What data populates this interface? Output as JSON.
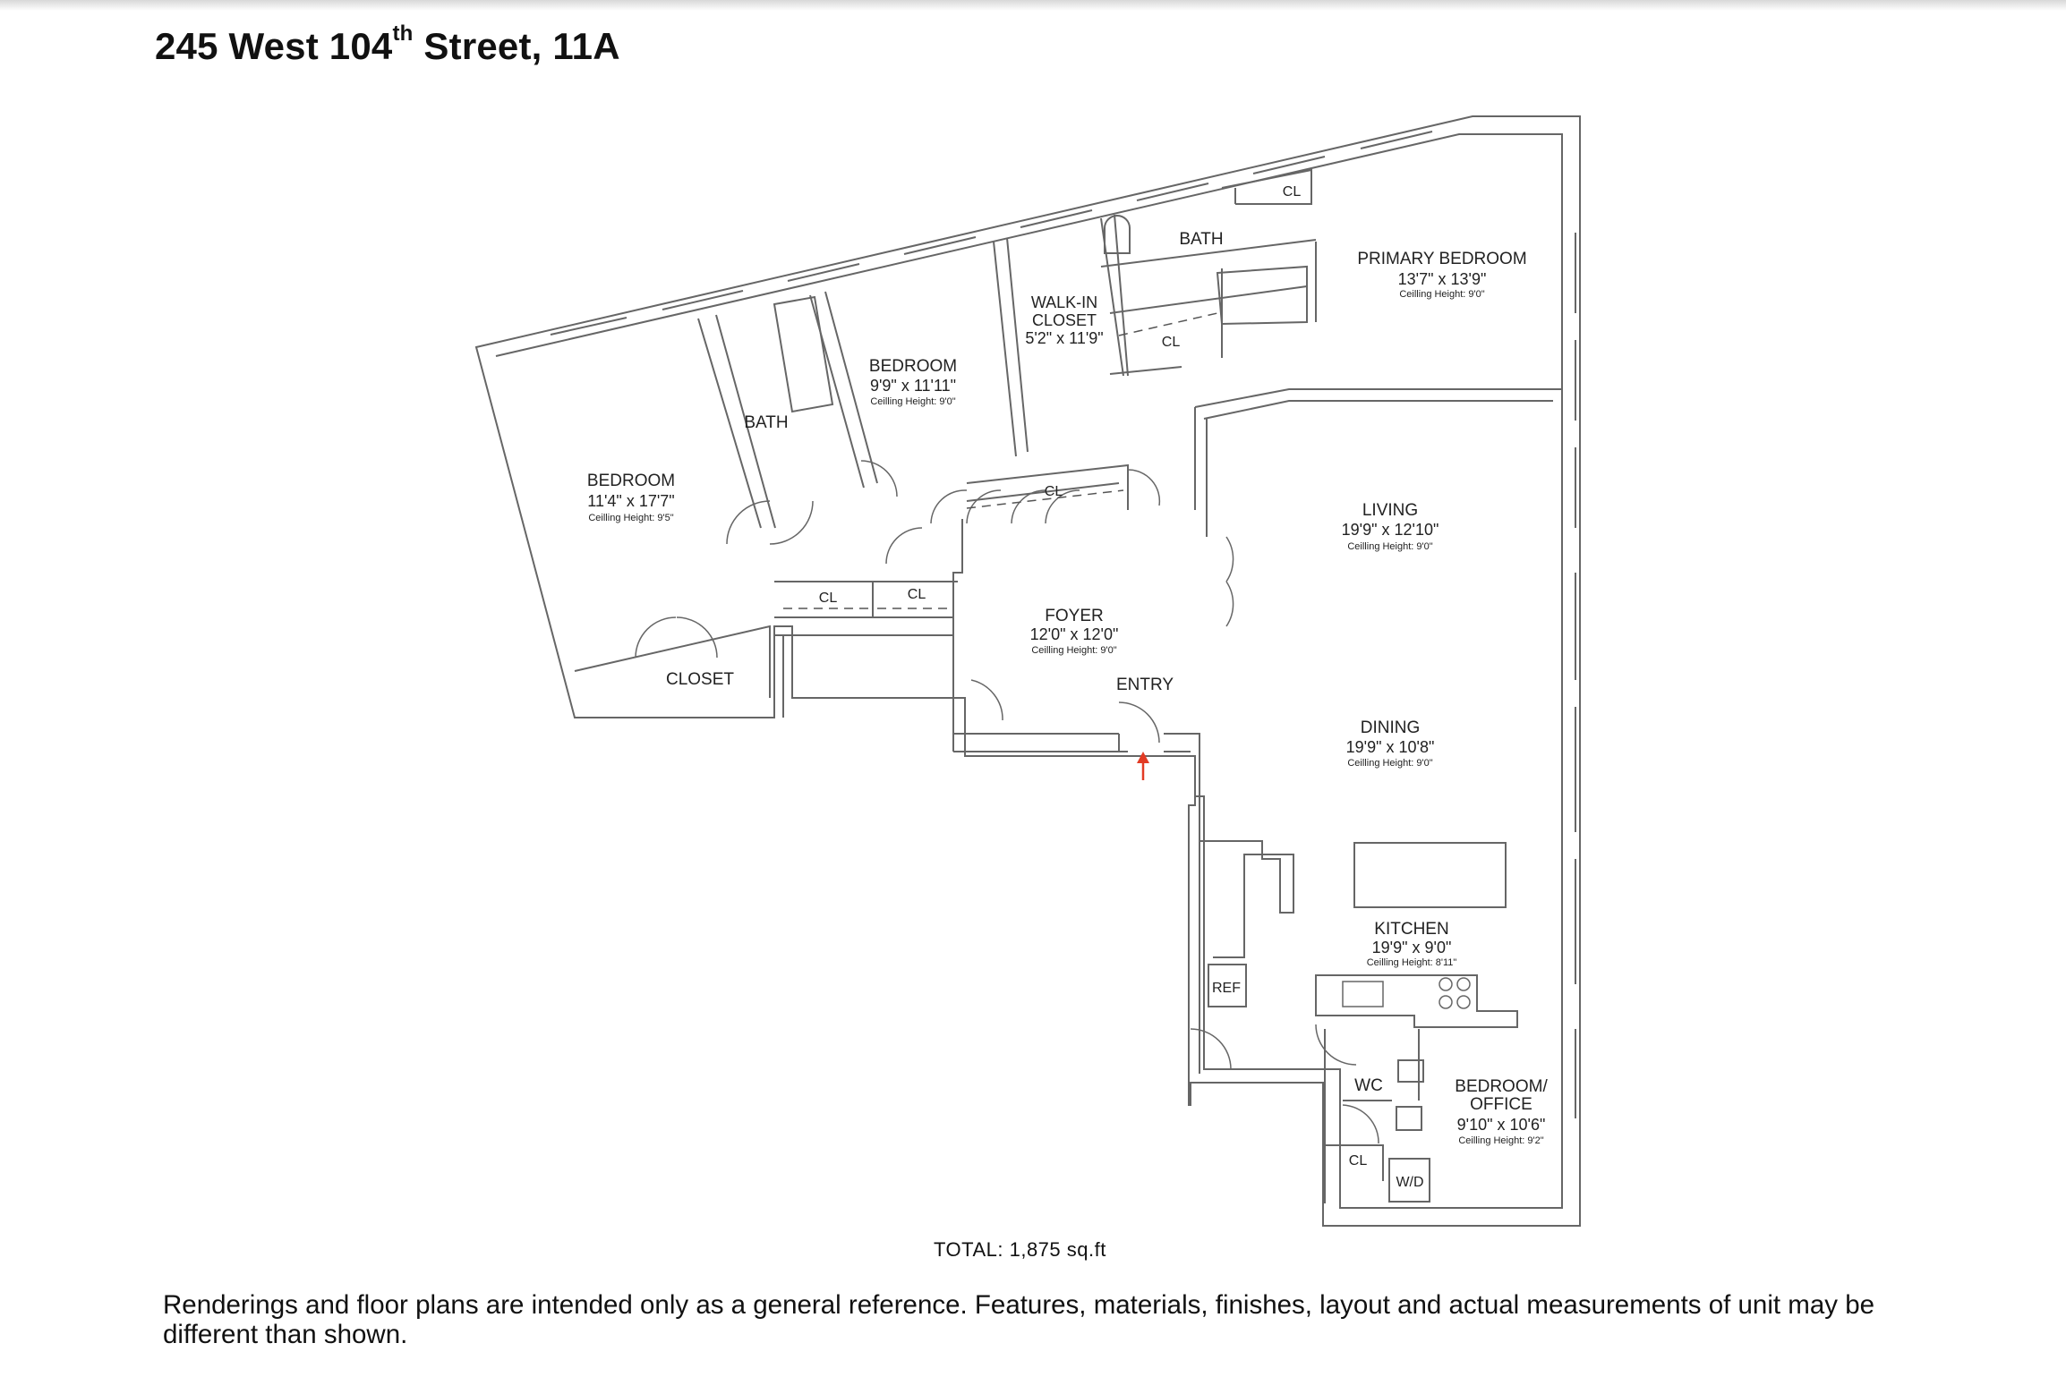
{
  "header": {
    "title_part1": "245 West 104",
    "title_sup": "th",
    "title_part2": " Street, 11A"
  },
  "rooms": {
    "bedroom_left": {
      "name": "BEDROOM",
      "dims": "11'4\" x 17'7\"",
      "ceiling": "Ceilling Height: 9'5\""
    },
    "closet": {
      "name": "CLOSET"
    },
    "bath_left": {
      "name": "BATH"
    },
    "bedroom_mid": {
      "name": "BEDROOM",
      "dims": "9'9\" x 11'11\"",
      "ceiling": "Ceilling Height: 9'0\""
    },
    "walkin": {
      "line1": "WALK-IN",
      "line2": "CLOSET",
      "dims": "5'2\" x 11'9\""
    },
    "bath_primary": {
      "name": "BATH"
    },
    "primary": {
      "name": "PRIMARY BEDROOM",
      "dims": "13'7\" x 13'9\"",
      "ceiling": "Ceilling Height: 9'0\""
    },
    "living": {
      "name": "LIVING",
      "dims": "19'9\" x 12'10\"",
      "ceiling": "Ceilling Height: 9'0\""
    },
    "dining": {
      "name": "DINING",
      "dims": "19'9\" x 10'8\"",
      "ceiling": "Ceilling Height: 9'0\""
    },
    "foyer": {
      "name": "FOYER",
      "dims": "12'0\" x 12'0\"",
      "ceiling": "Ceilling Height: 9'0\""
    },
    "entry": {
      "name": "ENTRY"
    },
    "kitchen": {
      "name": "KITCHEN",
      "dims": "19'9\" x 9'0\"",
      "ceiling": "Ceilling Height: 8'11\""
    },
    "wc": {
      "name": "WC"
    },
    "office": {
      "line1": "BEDROOM/",
      "line2": "OFFICE",
      "dims": "9'10\" x 10'6\"",
      "ceiling": "Ceilling Height: 9'2\""
    }
  },
  "fixtures": {
    "closet_label": "CL",
    "ref": "REF",
    "washer_dryer": "W/D"
  },
  "colors": {
    "wall": "#666666",
    "wall_fill": "#ffffff",
    "entry_arrow": "#e23b24"
  },
  "footer": {
    "total": "TOTAL: 1,875 sq.ft",
    "disclaimer": "Renderings and floor plans are intended only as a general reference. Features, materials, finishes, layout and actual measurements of unit may be different than shown."
  }
}
